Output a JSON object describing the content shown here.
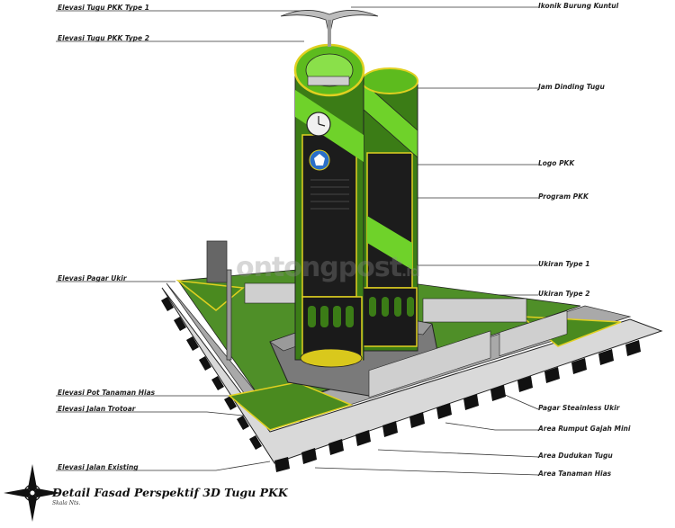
{
  "labels_left": [
    {
      "key": "type1",
      "text": "Elevasi Tugu PKK Type 1"
    },
    {
      "key": "type2",
      "text": "Elevasi Tugu PKK Type 2"
    },
    {
      "key": "pagar",
      "text": "Elevasi Pagar Ukir"
    },
    {
      "key": "pot",
      "text": "Elevasi Pot Tanaman Hias"
    },
    {
      "key": "trotoar",
      "text": "Elevasi Jalan Trotoar"
    },
    {
      "key": "existing",
      "text": "Elevasi Jalan Existing"
    }
  ],
  "labels_right": [
    {
      "key": "ikonik",
      "text": "Ikonik Burung Kuntul"
    },
    {
      "key": "jam",
      "text": "Jam Dinding Tugu"
    },
    {
      "key": "logo",
      "text": "Logo PKK"
    },
    {
      "key": "program",
      "text": "Program PKK"
    },
    {
      "key": "ukiran1",
      "text": "Ukiran Type 1"
    },
    {
      "key": "ukiran2",
      "text": "Ukiran Type 2"
    },
    {
      "key": "stainless",
      "text": "Pagar Steainless Ukir"
    },
    {
      "key": "rumput",
      "text": "Area Rumput Gajah Mini"
    },
    {
      "key": "dudukan",
      "text": "Area Dudukan Tugu"
    },
    {
      "key": "tanaman",
      "text": "Area Tanaman Hias"
    }
  ],
  "title": "Detail Fasad Perspektif 3D Tugu PKK",
  "subtitle": "Skala Nts.",
  "watermark": "ontongpost",
  "watermark_suffix": ".id",
  "colors": {
    "green": "#5dbb1e",
    "dark_green": "#2f6e12",
    "yellow": "#e8d820",
    "black": "#1a1a1a",
    "gray": "#8a8a8a"
  }
}
